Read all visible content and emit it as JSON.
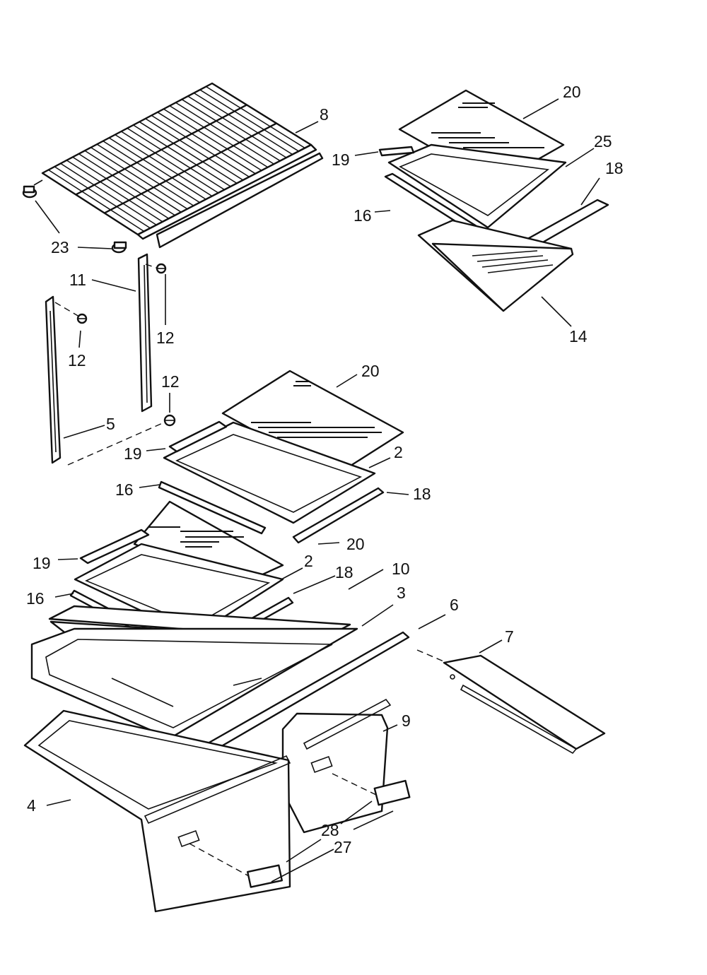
{
  "callouts": [
    {
      "id": "c8",
      "text": "8"
    },
    {
      "id": "c23",
      "text": "23"
    },
    {
      "id": "c11",
      "text": "11"
    },
    {
      "id": "c12a",
      "text": "12"
    },
    {
      "id": "c12b",
      "text": "12"
    },
    {
      "id": "c12c",
      "text": "12"
    },
    {
      "id": "c5",
      "text": "5"
    },
    {
      "id": "c20a",
      "text": "20"
    },
    {
      "id": "c19a",
      "text": "19"
    },
    {
      "id": "c25",
      "text": "25"
    },
    {
      "id": "c18a",
      "text": "18"
    },
    {
      "id": "c16a",
      "text": "16"
    },
    {
      "id": "c14",
      "text": "14"
    },
    {
      "id": "c20b",
      "text": "20"
    },
    {
      "id": "c19b",
      "text": "19"
    },
    {
      "id": "c2a",
      "text": "2"
    },
    {
      "id": "c16b",
      "text": "16"
    },
    {
      "id": "c18b",
      "text": "18"
    },
    {
      "id": "c20c",
      "text": "20"
    },
    {
      "id": "c19c",
      "text": "19"
    },
    {
      "id": "c2b",
      "text": "2"
    },
    {
      "id": "c18c",
      "text": "18"
    },
    {
      "id": "c10",
      "text": "10"
    },
    {
      "id": "c16c",
      "text": "16"
    },
    {
      "id": "c3",
      "text": "3"
    },
    {
      "id": "c6",
      "text": "6"
    },
    {
      "id": "c7",
      "text": "7"
    },
    {
      "id": "c9",
      "text": "9"
    },
    {
      "id": "c4",
      "text": "4"
    },
    {
      "id": "c28",
      "text": "28"
    },
    {
      "id": "c27",
      "text": "27"
    }
  ]
}
